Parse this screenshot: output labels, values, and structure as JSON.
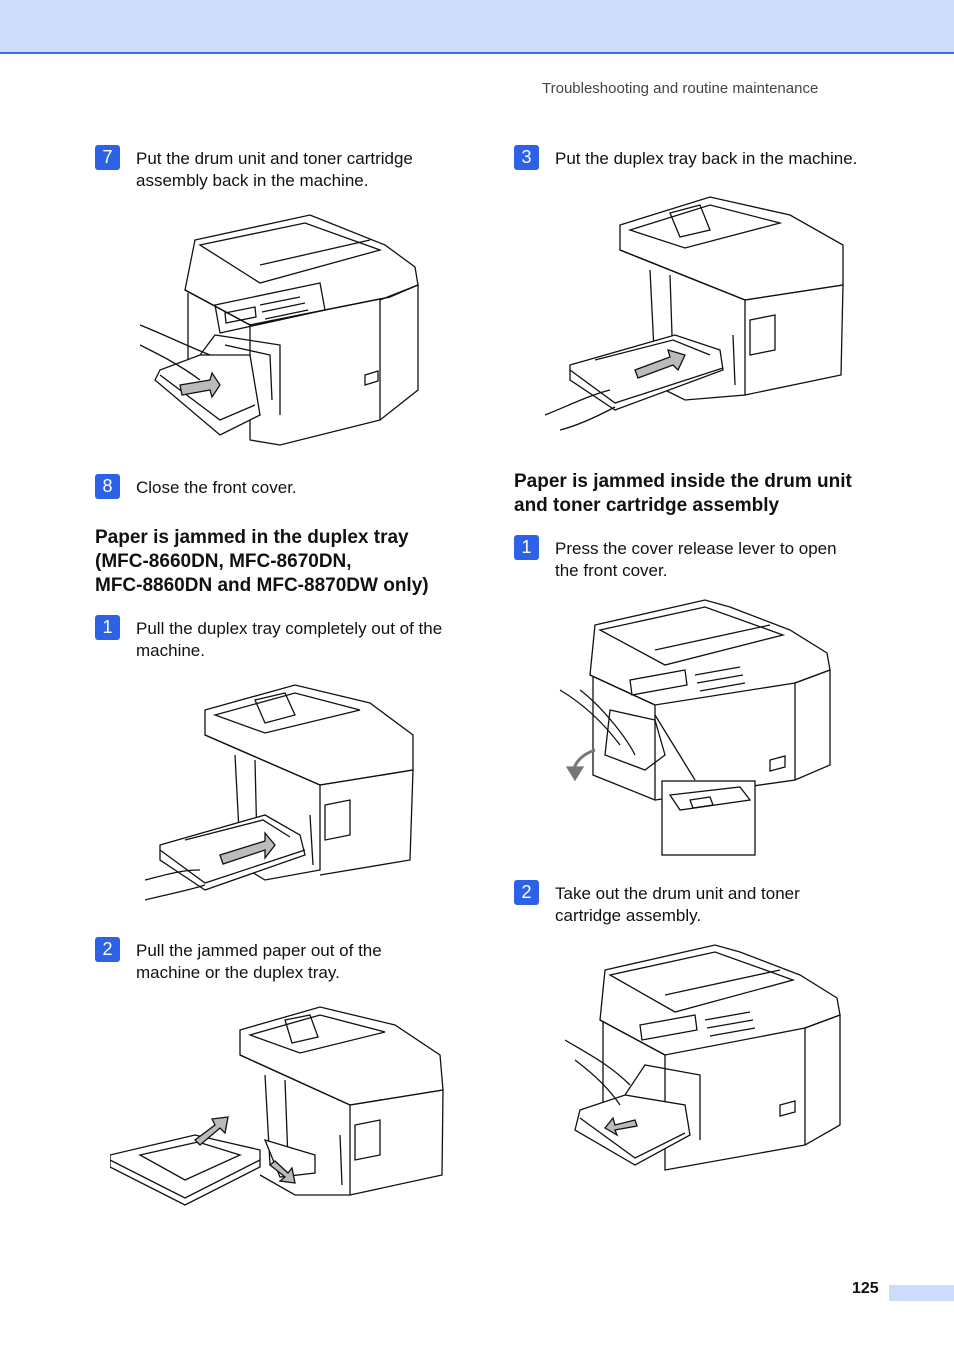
{
  "header": {
    "running_title": "Troubleshooting and routine maintenance"
  },
  "left_column": {
    "step_7": {
      "number": "7",
      "text_1": "Put the drum unit and toner cartridge",
      "text_2": "assembly back in the machine."
    },
    "step_8": {
      "number": "8",
      "text": "Close the front cover."
    },
    "section_duplex": {
      "heading_1": "Paper is jammed in the duplex tray",
      "heading_2": "(MFC-8660DN, MFC-8670DN,",
      "heading_3": "MFC-8860DN and MFC-8870DW only)"
    },
    "step_1": {
      "number": "1",
      "text_1": "Pull the duplex tray completely out of the",
      "text_2": "machine."
    },
    "step_2": {
      "number": "2",
      "text_1": "Pull the jammed paper out of the",
      "text_2": "machine or the duplex tray."
    }
  },
  "right_column": {
    "step_3": {
      "number": "3",
      "text": "Put the duplex tray back in the machine."
    },
    "section_drum": {
      "heading_1": "Paper is jammed inside the drum unit",
      "heading_2": "and toner cartridge assembly"
    },
    "step_1": {
      "number": "1",
      "text_1": "Press the cover release lever to open",
      "text_2": "the front cover."
    },
    "step_2": {
      "number": "2",
      "text_1": "Take out the drum unit and toner",
      "text_2": "cartridge assembly."
    }
  },
  "footer": {
    "page_number": "125"
  },
  "colors": {
    "accent": "#2d62e6",
    "band": "#cddcfb",
    "rule": "#3f6fe0"
  }
}
